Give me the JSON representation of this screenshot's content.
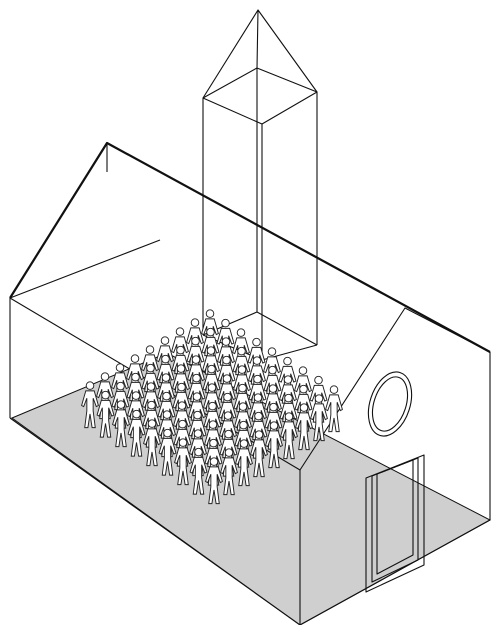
{
  "scene": {
    "subject": "church-building-with-congregation",
    "colors": {
      "floor": "#cfcfcf",
      "floor_front": "#d6d6d6",
      "line": "#111111",
      "figure_fill": "#ffffff"
    }
  },
  "congregation": {
    "rows": 9,
    "columns": 9
  }
}
